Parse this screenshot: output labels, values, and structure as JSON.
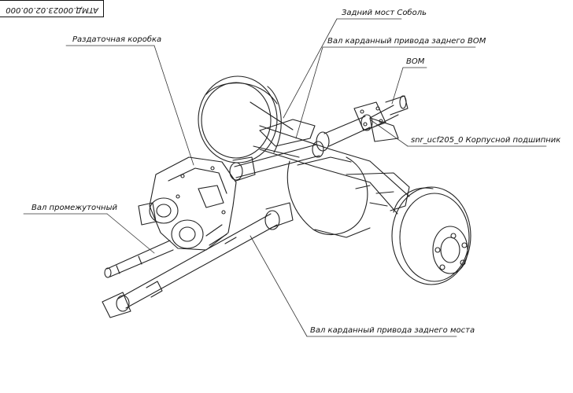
{
  "drawing": {
    "code": "ATMД.00023.02.00.000"
  },
  "labels": {
    "rear_axle": "Задний мост Соболь",
    "transfer_case": "Раздаточная коробка",
    "pto_shaft": "Вал карданный привода заднего ВОМ",
    "pto": "ВОМ",
    "bearing": "snr_ucf205_0 Корпусной подшипник",
    "intermediate_shaft": "Вал промежуточный",
    "rear_axle_shaft": "Вал карданный привода заднего моста"
  }
}
